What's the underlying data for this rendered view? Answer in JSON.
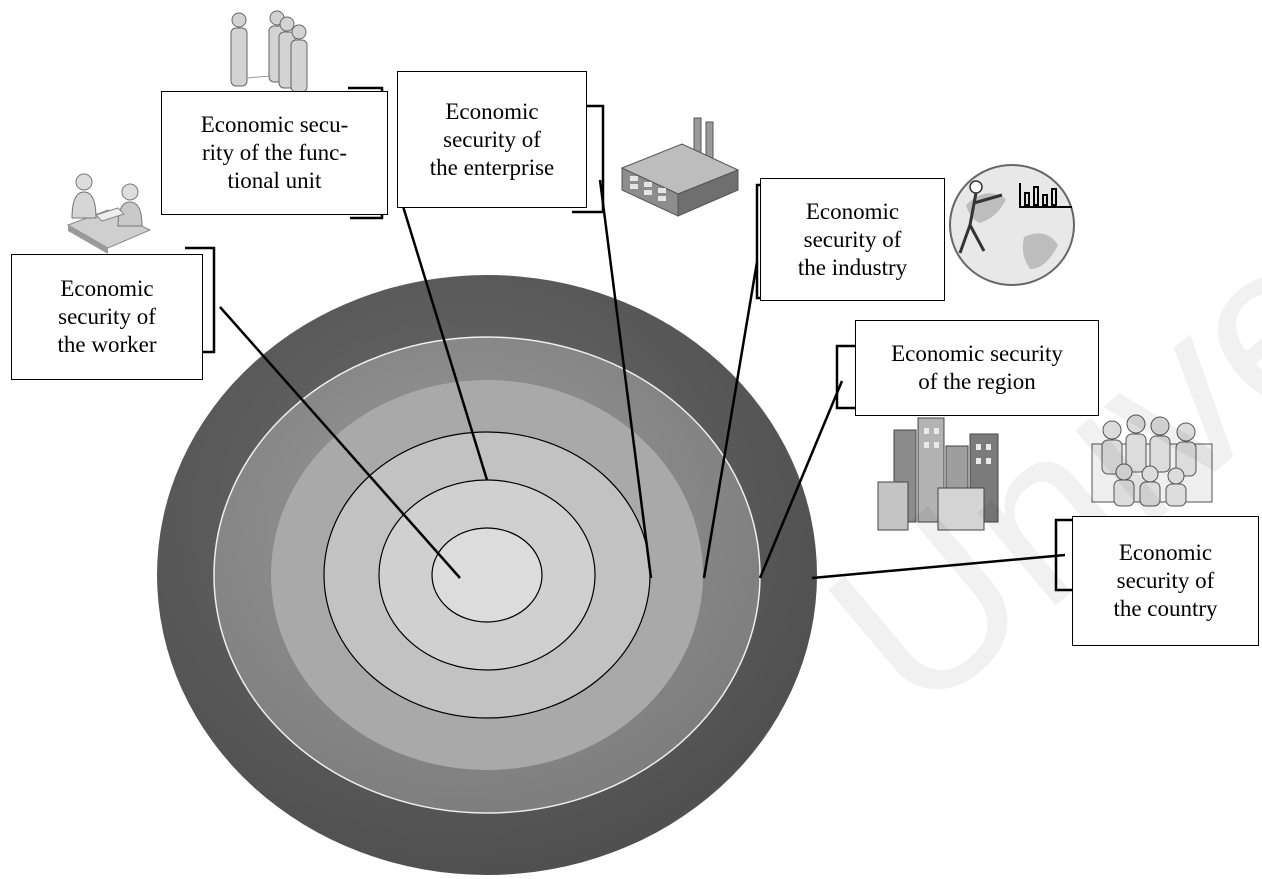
{
  "diagram": {
    "levels": [
      {
        "id": "worker",
        "label": "Economic\nsecurity of\nthe worker",
        "icon": "meeting-people-icon"
      },
      {
        "id": "functional-unit",
        "label": "Economic secu-\nrity of the func-\ntional unit",
        "icon": "people-group-icon"
      },
      {
        "id": "enterprise",
        "label": "Economic\nsecurity of\nthe enterprise",
        "icon": "factory-icon"
      },
      {
        "id": "industry",
        "label": "Economic\nsecurity of\nthe industry",
        "icon": "globe-chart-icon"
      },
      {
        "id": "region",
        "label": "Economic security\nof the region",
        "icon": "city-buildings-icon"
      },
      {
        "id": "country",
        "label": "Economic\nsecurity of\nthe country",
        "icon": "crowd-icon"
      }
    ],
    "colors": {
      "ring_outer": "#5b5b5b",
      "ring_2": "#8a8a8a",
      "ring_3": "#a8a8a8",
      "ring_4": "#bdbdbd",
      "ring_5": "#cdcdcd",
      "ring_6": "#d9d9d9",
      "line": "#000000"
    }
  },
  "watermark": "University"
}
